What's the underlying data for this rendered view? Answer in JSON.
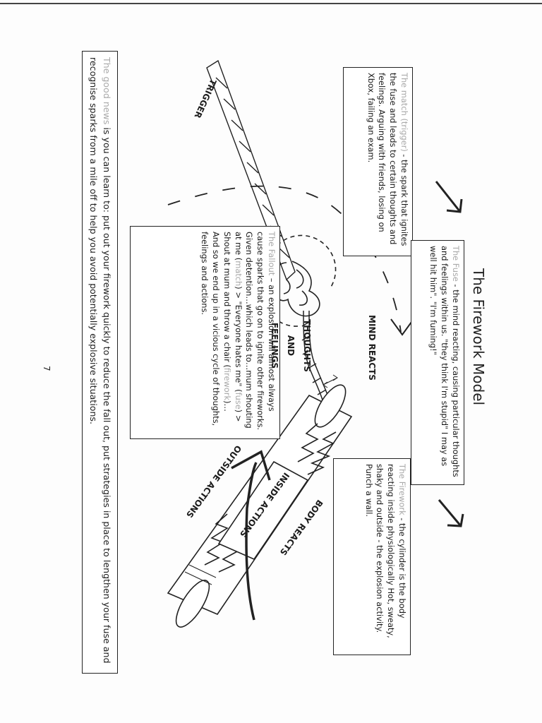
{
  "title": "The Firework Model",
  "match_box": {
    "lead": "The match (trigger)",
    "text": " - the spark that ignites the fuse and leads to certain thoughts and feelings. Arguing with friends, losing on Xbox, failing an exam."
  },
  "fuse_box": {
    "lead": "The Fuse",
    "text": " - the mind reacting, causing particular thoughts and feelings within us. \"they think I'm stupid\" I may as well hit him\". \"I'm fuming!\""
  },
  "firework_box": {
    "lead": "The Firework",
    "text": " - the cylinder is the body reacting inside physiologically Hot, sweaty, shaky and outside - the explosion activity. Punch a wall."
  },
  "fallout_box": {
    "lead": "The Fallout",
    "text_a": " – an explosion will almost always cause sparks that go on to ignite other fireworks. Given detention…which leads to…mum shouting at me (",
    "match_word": "match",
    "text_b": ") > \"Everyone hates me\" (",
    "fuse_word": "fuse",
    "text_c": ") > Shout at mum and throw a chair (",
    "firework_word": "firework",
    "text_d": ")…",
    "closing": "And so we end up in a vicious cycle of thoughts, feelings and actions."
  },
  "good_news": {
    "lead": "The good news",
    "text": " is you can learn to: put out your firework quickly to reduce the fall out, put strategies in place to lengthen your fuse and recognise sparks from a mile off to help you avoid potentially explosive situations."
  },
  "labels": {
    "trigger": "TRIGGER",
    "mind_reacts": "MIND REACTS",
    "thoughts": "THOUGHTS",
    "and": "AND",
    "feelings": "FEELINGS",
    "body_reacts": "BODY REACTS",
    "inside_actions": "INSIDE ACTIONS",
    "outside_actions": "OUTSIDE ACTIONS"
  },
  "page_number": "7",
  "colors": {
    "ink": "#1c1c1c",
    "faint": "#a9a9a9",
    "paper": "#fdfdfd"
  }
}
